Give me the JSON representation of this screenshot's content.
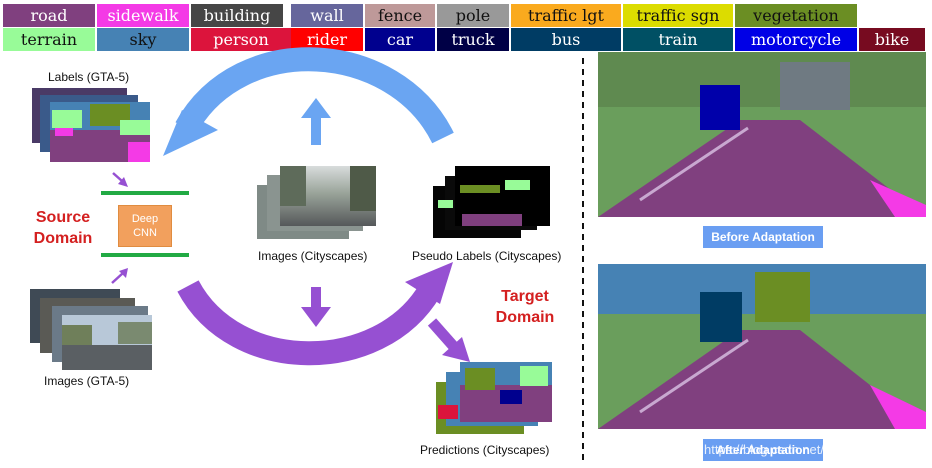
{
  "legend": [
    {
      "label": "road",
      "bg": "#80407f",
      "fg": "#ffffff"
    },
    {
      "label": "sidewalk",
      "bg": "#f43ae6",
      "fg": "#ffffff"
    },
    {
      "label": "building",
      "bg": "#464646",
      "fg": "#ffffff"
    },
    {
      "label": "wall",
      "bg": "#66669c",
      "fg": "#ffffff"
    },
    {
      "label": "fence",
      "bg": "#be9999",
      "fg": "#111111"
    },
    {
      "label": "pole",
      "bg": "#999999",
      "fg": "#111111"
    },
    {
      "label": "traffic lgt",
      "bg": "#faaa1e",
      "fg": "#111111"
    },
    {
      "label": "traffic sgn",
      "bg": "#dcdc00",
      "fg": "#111111"
    },
    {
      "label": "vegetation",
      "bg": "#6b8e23",
      "fg": "#111111"
    },
    {
      "label": "terrain",
      "bg": "#98fb98",
      "fg": "#111111"
    },
    {
      "label": "sky",
      "bg": "#4682b4",
      "fg": "#111111"
    },
    {
      "label": "person",
      "bg": "#dc143c",
      "fg": "#ffffff"
    },
    {
      "label": "rider",
      "bg": "#ff0000",
      "fg": "#ffffff"
    },
    {
      "label": "car",
      "bg": "#00008e",
      "fg": "#ffffff"
    },
    {
      "label": "truck",
      "bg": "#000046",
      "fg": "#ffffff"
    },
    {
      "label": "bus",
      "bg": "#003c64",
      "fg": "#ffffff"
    },
    {
      "label": "train",
      "bg": "#005064",
      "fg": "#ffffff"
    },
    {
      "label": "motorcycle",
      "bg": "#0000e6",
      "fg": "#ffffff"
    },
    {
      "label": "bike",
      "bg": "#770b20",
      "fg": "#ffffff"
    }
  ],
  "diagram": {
    "labels_gta": "Labels (GTA-5)",
    "images_gta": "Images (GTA-5)",
    "source_domain": "Source\nDomain",
    "deep_cnn": "Deep\nCNN",
    "images_cityscapes": "Images (Cityscapes)",
    "pseudo_labels": "Pseudo Labels (Cityscapes)",
    "target_domain": "Target\nDomain",
    "predictions": "Predictions (Cityscapes)"
  },
  "comparison": {
    "before_label": "Before Adaptation",
    "after_label": "After Adaptation",
    "watermark": "https://blog.csdn.net/fuyouzhiyi"
  },
  "colors": {
    "arrow_blue": "#6aa5f2",
    "arrow_purple": "#9650d2",
    "cnn_orange": "#f2a05d",
    "bar_green": "#22aa44",
    "title_red": "#d42020",
    "caption_blue": "#6a9ef2"
  }
}
